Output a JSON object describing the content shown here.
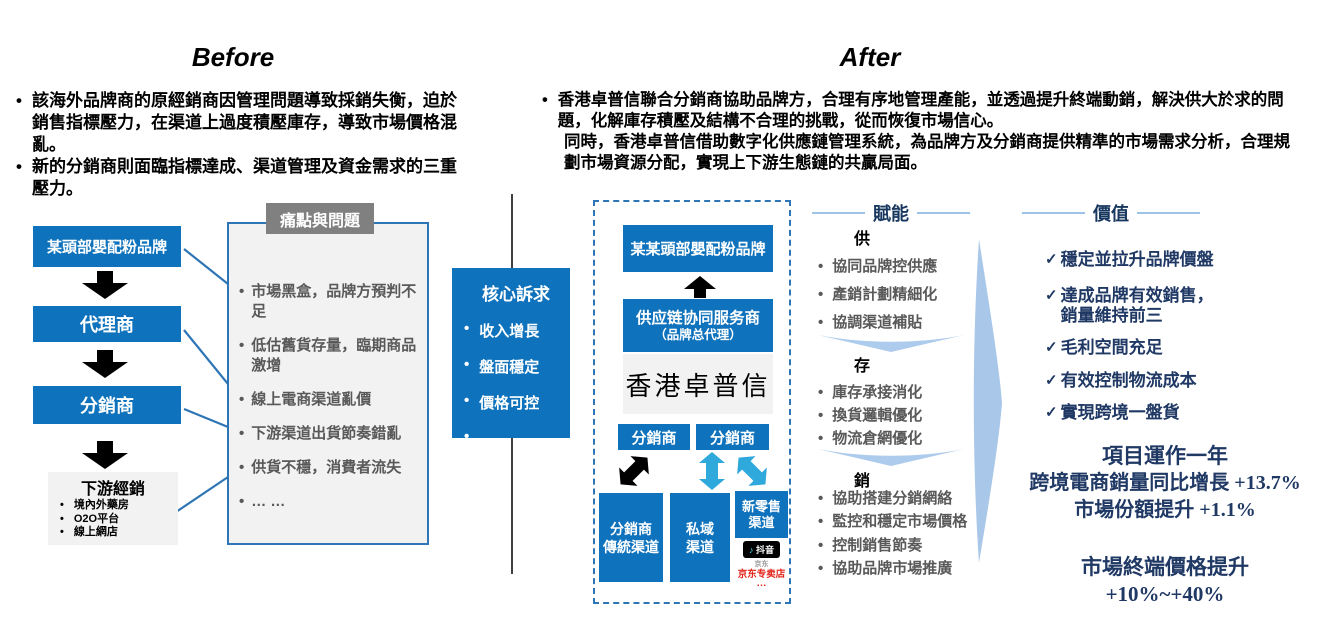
{
  "colors": {
    "primary_blue": "#0F72BC",
    "cyan_arrow": "#2FA8DC",
    "light_blue_shape": "#A9C7E9",
    "connector_blue": "#2E75B6",
    "navy_text": "#1F3864",
    "gray_panel": "#F2F2F2",
    "gray_tab": "#808080",
    "gray_text": "#595959",
    "jd_red": "#E1251B"
  },
  "before": {
    "title": "Before",
    "bullets": [
      "該海外品牌商的原經銷商因管理問題導致採銷失衡，迫於銷售指標壓力，在渠道上過度積壓庫存，導致市場價格混亂。",
      "新的分銷商則面臨指標達成、渠道管理及資金需求的三重壓力。"
    ],
    "flow_boxes": [
      "某頭部嬰配粉品牌",
      "代理商",
      "分銷商"
    ],
    "downstream": {
      "title": "下游經銷",
      "items": [
        "境內外藥房",
        "O2O平台",
        "線上網店"
      ]
    },
    "pain": {
      "title": "痛點與問題",
      "items": [
        "市場黑盒，品牌方預判不足",
        "低估舊貨存量，臨期商品激增",
        "線上電商渠道亂價",
        "下游渠道出貨節奏錯亂",
        "供貨不穩，消費者流失",
        "… …"
      ]
    }
  },
  "core_demands": {
    "title": "核心訴求",
    "items": [
      "收入增長",
      "盤面穩定",
      "價格可控",
      "…"
    ]
  },
  "after": {
    "title": "After",
    "paragraph1": "香港卓普信聯合分銷商協助品牌方，合理有序地管理產能，並透過提升終端動銷，解決供大於求的問題，化解庫存積壓及結構不合理的挑戰，從而恢復市場信心。",
    "paragraph2": "同時，香港卓普信借助數字化供應鏈管理系統，為品牌方及分銷商提供精準的市場需求分析，合理規劃市場資源分配，實現上下游生態鏈的共贏局面。",
    "flow": {
      "brand": "某某頭部嬰配粉品牌",
      "service_provider": "供应链协同服务商",
      "service_provider_sub": "（品牌总代理）",
      "company": "香港卓普信",
      "distributor_left": "分銷商",
      "distributor_right": "分銷商",
      "channel_traditional_l1": "分銷商",
      "channel_traditional_l2": "傳統渠道",
      "channel_private_l1": "私域",
      "channel_private_l2": "渠道",
      "channel_new_retail_l1": "新零售",
      "channel_new_retail_l2": "渠道",
      "logo_douyin": "抖音",
      "logo_jd_small": "京东",
      "logo_jd": "京东专卖店",
      "logo_more": "…"
    },
    "enablement": {
      "title": "賦能",
      "sections": [
        {
          "header": "供",
          "items": [
            "協同品牌控供應",
            "產銷計劃精細化",
            "協調渠道補貼"
          ]
        },
        {
          "header": "存",
          "items": [
            "庫存承接消化",
            "換貨邏輯優化",
            "物流倉網優化"
          ]
        },
        {
          "header": "銷",
          "items": [
            "協助搭建分銷網絡",
            "監控和穩定市場價格",
            "控制銷售節奏",
            "協助品牌市場推廣"
          ]
        }
      ]
    },
    "value": {
      "title": "價值",
      "check_glyph": "✓",
      "checks": [
        "穩定並拉升品牌價盤",
        "達成品牌有效銷售，銷量維持前三",
        "毛利空間充足",
        "有效控制物流成本",
        "實現跨境一盤貨"
      ],
      "results_top": [
        "項目運作一年",
        "跨境電商銷量同比增長 +13.7%",
        "市場份額提升 +1.1%"
      ],
      "results_bottom": [
        "市場終端價格提升",
        "+10%~+40%"
      ]
    }
  }
}
